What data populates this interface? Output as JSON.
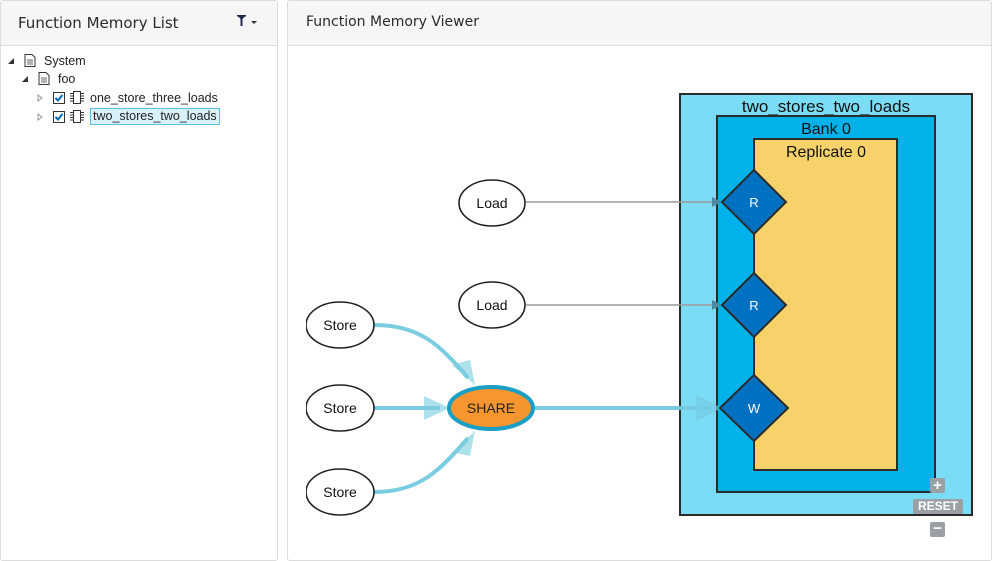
{
  "left_panel": {
    "title": "Function Memory List",
    "filter_icon": "filter-icon",
    "tree": [
      {
        "label": "System",
        "icon": "document-icon",
        "expanded": true,
        "level": 0
      },
      {
        "label": "foo",
        "icon": "document-icon",
        "expanded": true,
        "level": 1
      },
      {
        "label": "one_store_three_loads",
        "icon": "memory-chip-icon",
        "checked": true,
        "expanded": false,
        "level": 2,
        "selected": false
      },
      {
        "label": "two_stores_two_loads",
        "icon": "memory-chip-icon",
        "checked": true,
        "expanded": false,
        "level": 2,
        "selected": true
      }
    ]
  },
  "right_panel": {
    "title": "Function Memory Viewer",
    "graph": {
      "memory_label": "two_stores_two_loads",
      "bank_label": "Bank 0",
      "replicate_label": "Replicate 0",
      "ports": [
        {
          "id": "r1",
          "label": "R"
        },
        {
          "id": "r2",
          "label": "R"
        },
        {
          "id": "w1",
          "label": "W"
        }
      ],
      "load_nodes": [
        {
          "label": "Load",
          "target": "r1"
        },
        {
          "label": "Load",
          "target": "r2"
        }
      ],
      "store_nodes": [
        {
          "label": "Store"
        },
        {
          "label": "Store"
        },
        {
          "label": "Store"
        }
      ],
      "share_node": {
        "label": "SHARE",
        "target": "w1"
      },
      "colors": {
        "memory_fill": "#7bdcf5",
        "bank_fill": "#00b2ea",
        "replicate_fill": "#f7d26a",
        "port_fill": "#0071c1",
        "share_fill": "#f7962e",
        "share_stroke": "#1b9ec4",
        "store_edge": "#73cbe0",
        "load_edge": "#9a9a9a"
      }
    },
    "zoom_controls": {
      "zoom_in": "+",
      "reset": "RESET",
      "zoom_out": "−"
    }
  }
}
